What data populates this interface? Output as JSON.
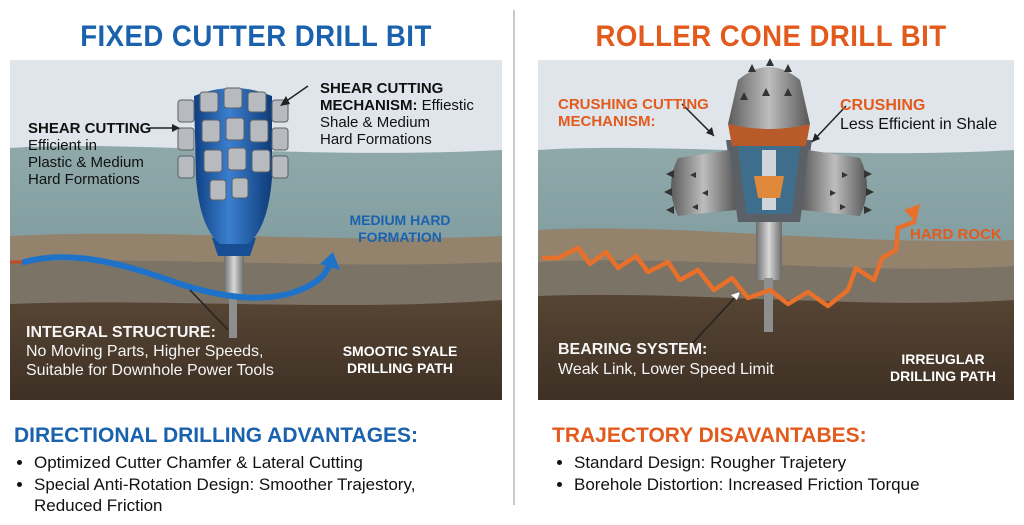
{
  "colors": {
    "left_accent": "#1b62ae",
    "right_accent": "#e35a1d",
    "sky": "#dfe5ea",
    "formation_teal": "#7f9b9e",
    "layer_tan": "#8c7d68",
    "rock_dark": "#4a3b2d"
  },
  "left": {
    "title": "FIXED CUTTER DRILL BIT",
    "shear_left": {
      "heading": "SHEAR CUTTING",
      "line1": "Efficient in",
      "line2": "Plastic & Medium",
      "line3": "Hard Formations"
    },
    "shear_right": {
      "heading1": "SHEAR CUTTING",
      "heading2": "MECHANISM:",
      "rest": "Effiestic",
      "line2": "Shale & Medium",
      "line3": "Hard Formations"
    },
    "medium_hard_line1": "MEDIUM HARD",
    "medium_hard_line2": "FORMATION",
    "integral": {
      "heading": "INTEGRAL STRUCTURE:",
      "line1": "No Moving Parts, Higher Speeds,",
      "line2": "Suitable for Downhole Power Tools"
    },
    "path_label_line1": "SMOOTIC SYALE",
    "path_label_line2": "DRILLING PATH",
    "section_title": "DIRECTIONAL DRILLING ADVANTAGES:",
    "bullets": [
      "Optimized Cutter Chamfer & Lateral Cutting",
      "Special Anti-Rotation Design: Smoother Trajestory, Reduced Friction"
    ]
  },
  "right": {
    "title": "ROLLER CONE DRILL BIT",
    "crushing_left_line1": "CRUSHING CUTTING",
    "crushing_left_line2": "MECHANISM:",
    "crushing_right_heading": "CRUSHING",
    "crushing_right_text": "Less Efficient in Shale",
    "hard_rock": "HARD ROCK",
    "bearing": {
      "heading": "BEARING SYSTEM:",
      "text": "Weak Link, Lower Speed Limit"
    },
    "path_label_line1": "IRREUGLAR",
    "path_label_line2": "DRILLING PATH",
    "section_title": "TRAJECTORY DISAVANTABES:",
    "bullets": [
      "Standard Design: Rougher Trajetery",
      "Borehole Distortion: Increased Friction Torque"
    ]
  }
}
